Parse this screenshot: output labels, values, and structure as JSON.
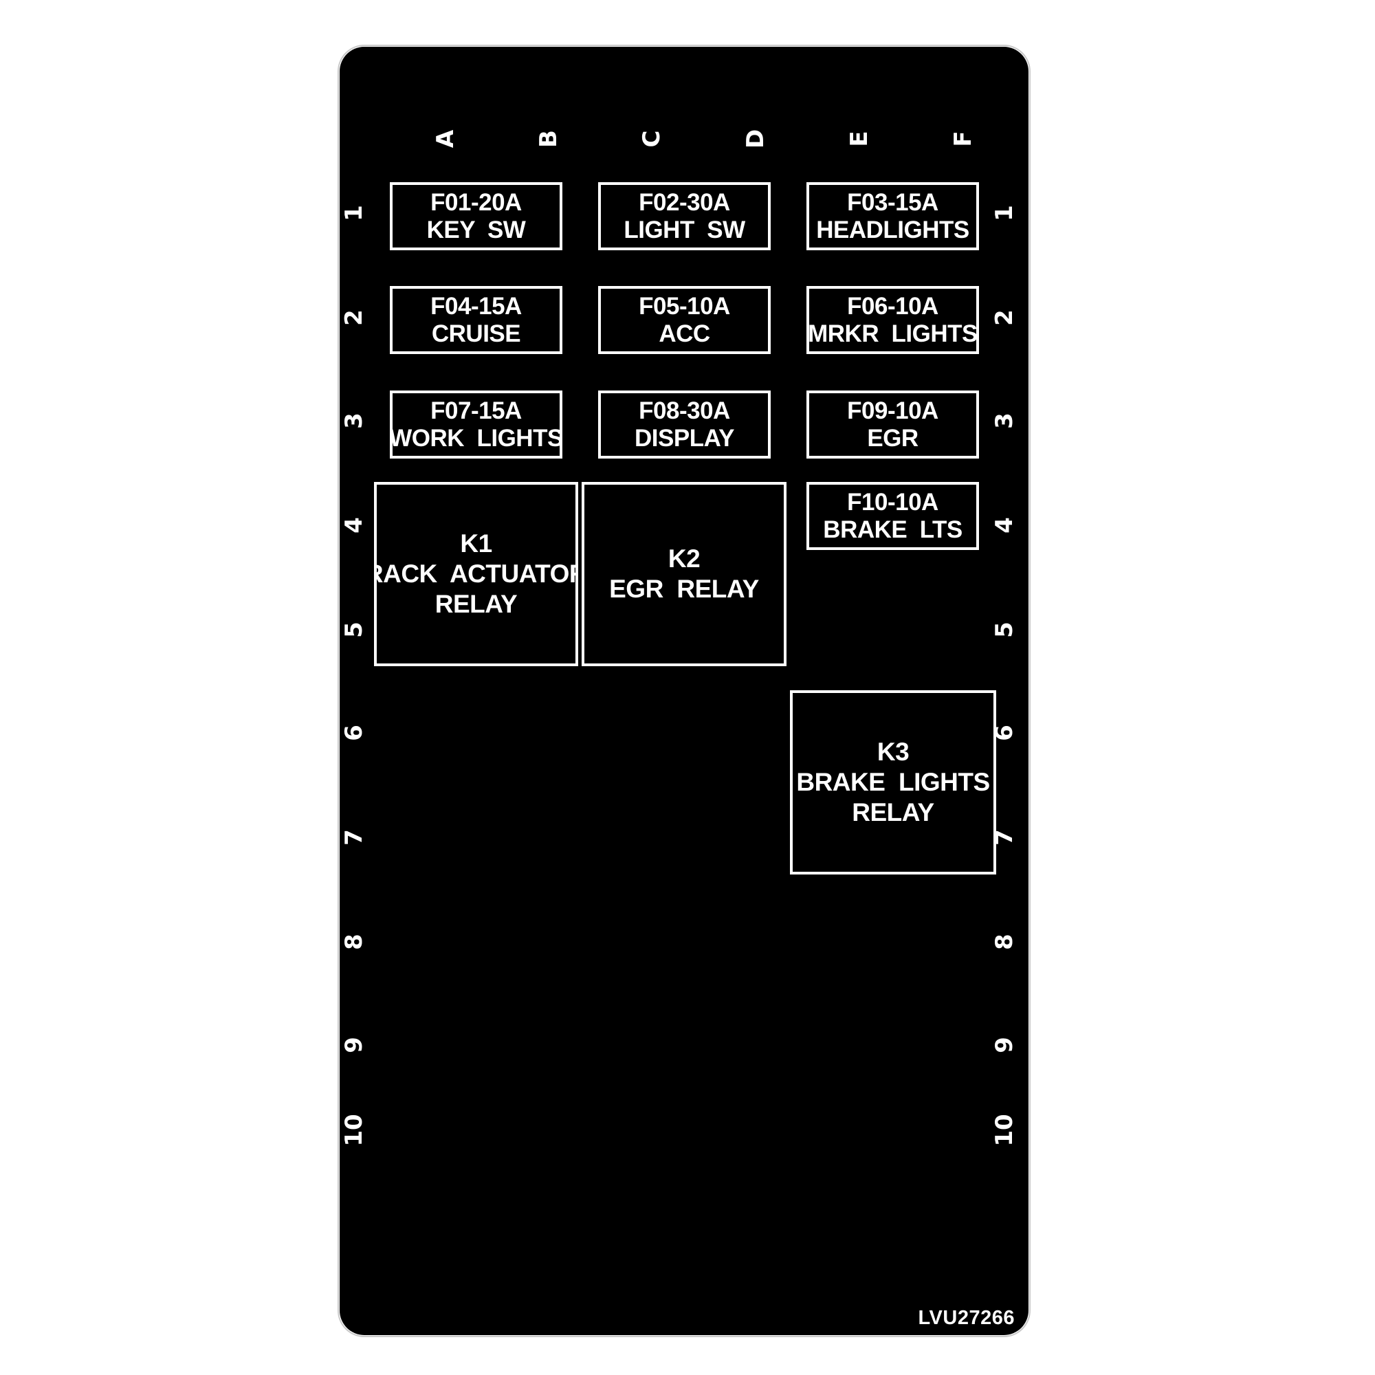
{
  "columns": [
    "A",
    "B",
    "C",
    "D",
    "E",
    "F"
  ],
  "rows": [
    "1",
    "2",
    "3",
    "4",
    "5",
    "6",
    "7",
    "8",
    "9",
    "10"
  ],
  "fuses": [
    {
      "id": "F01-20A",
      "label": "KEY  SW"
    },
    {
      "id": "F02-30A",
      "label": "LIGHT  SW"
    },
    {
      "id": "F03-15A",
      "label": "HEADLIGHTS"
    },
    {
      "id": "F04-15A",
      "label": "CRUISE"
    },
    {
      "id": "F05-10A",
      "label": "ACC"
    },
    {
      "id": "F06-10A",
      "label": "MRKR  LIGHTS"
    },
    {
      "id": "F07-15A",
      "label": "WORK  LIGHTS"
    },
    {
      "id": "F08-30A",
      "label": "DISPLAY"
    },
    {
      "id": "F09-10A",
      "label": "EGR"
    },
    {
      "id": "F10-10A",
      "label": "BRAKE  LTS"
    }
  ],
  "relays": [
    {
      "id": "K1",
      "line1": "RACK  ACTUATOR",
      "line2": "RELAY"
    },
    {
      "id": "K2",
      "line1": "EGR  RELAY",
      "line2": ""
    },
    {
      "id": "K3",
      "line1": "BRAKE  LIGHTS",
      "line2": "RELAY"
    }
  ],
  "part_number": "LVU27266",
  "colors": {
    "panel": "#000000",
    "ink": "#ffffff",
    "background": "#ffffff"
  }
}
